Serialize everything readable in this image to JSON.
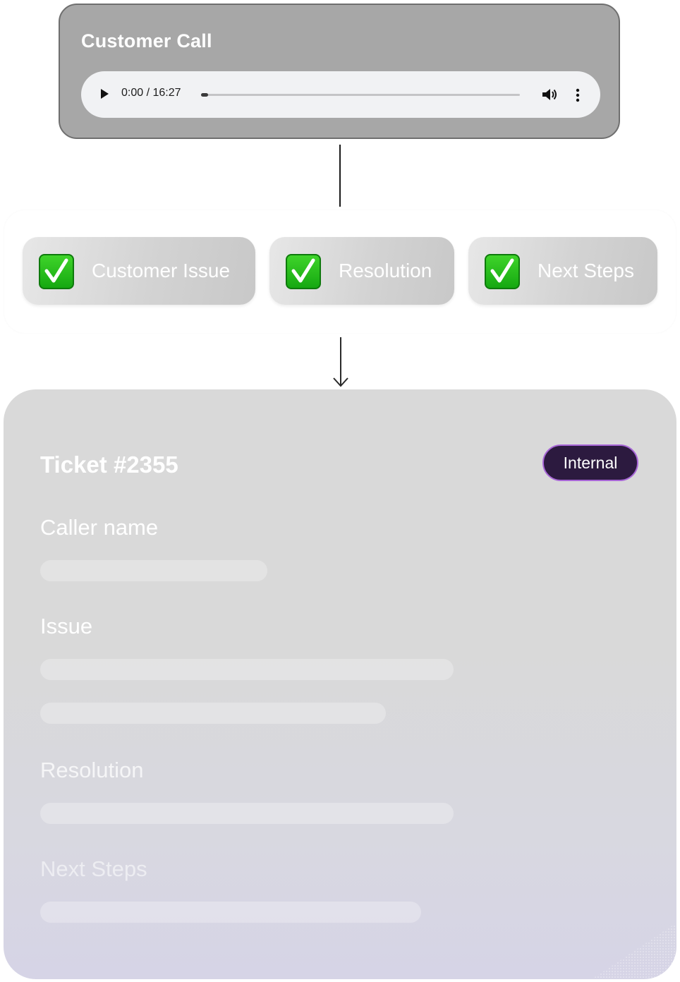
{
  "call": {
    "title": "Customer Call",
    "player": {
      "time": "0:00 / 16:27",
      "progress": 0.0,
      "icons": [
        "play-icon",
        "volume-icon",
        "more-options-icon"
      ]
    }
  },
  "status": {
    "chips": [
      {
        "label": "Customer Issue",
        "icon": "check-mark-icon"
      },
      {
        "label": "Resolution",
        "icon": "check-mark-icon"
      },
      {
        "label": "Next Steps",
        "icon": "check-mark-icon"
      }
    ]
  },
  "ticket": {
    "title": "Ticket #2355",
    "badge": "Internal",
    "fields": {
      "caller_name": "Caller name",
      "issue": "Issue",
      "resolution": "Resolution",
      "next_steps": "Next Steps"
    }
  },
  "colors": {
    "badge_bg": "#2c1a3f",
    "badge_border": "#a766d6",
    "check_green": "#1fbf17",
    "call_card_bg": "#a7a7a7"
  }
}
